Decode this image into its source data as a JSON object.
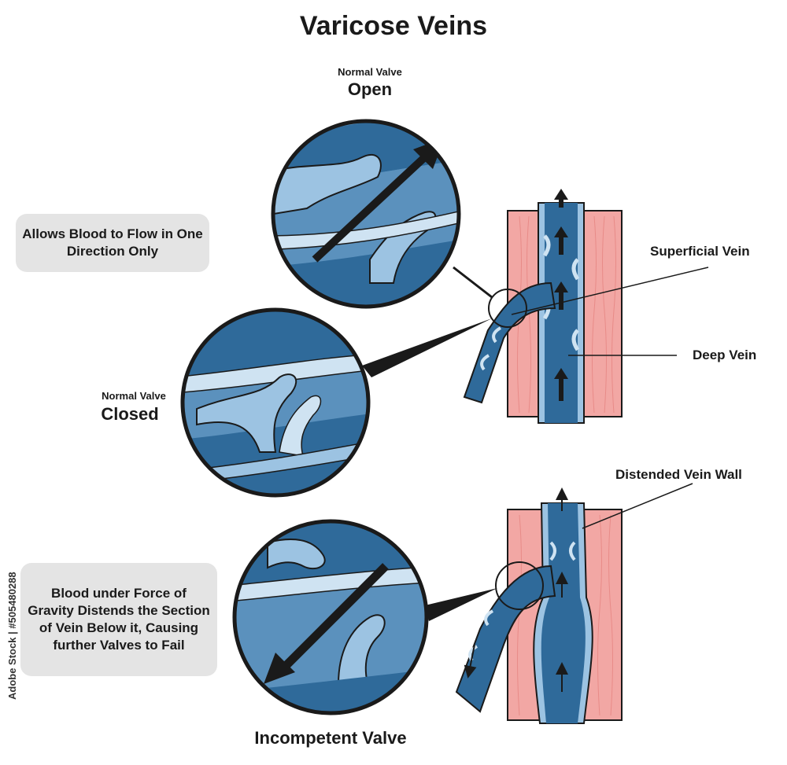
{
  "title": "Varicose Veins",
  "top_circle": {
    "small_label": "Normal Valve",
    "big_label": "Open"
  },
  "middle_circle": {
    "small_label": "Normal Valve",
    "big_label": "Closed"
  },
  "bottom_circle": {
    "big_label": "Incompetent Valve"
  },
  "callouts": {
    "one_direction": "Allows Blood to Flow in One Direction Only",
    "gravity": "Blood under Force of Gravity Distends the Section of Vein Below it, Causing further Valves to Fail"
  },
  "labels": {
    "superficial_vein": "Superficial Vein",
    "deep_vein": "Deep Vein",
    "distended_wall": "Distended Vein Wall"
  },
  "watermark": "Adobe Stock | #505480288",
  "colors": {
    "vein_dark": "#2f6a9a",
    "vein_mid": "#5b91bd",
    "vein_light": "#9cc3e2",
    "vein_pale": "#cfe3f2",
    "muscle": "#f2a7a4",
    "callout_bg": "#e4e4e4"
  }
}
